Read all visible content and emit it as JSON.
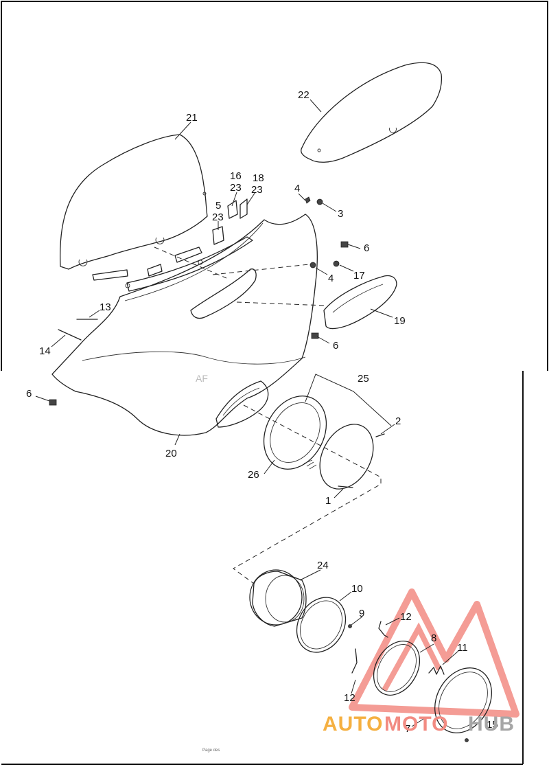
{
  "callouts": [
    {
      "text": "21"
    },
    {
      "text": "22"
    },
    {
      "text": "16"
    },
    {
      "text": "23"
    },
    {
      "text": "18"
    },
    {
      "text": "23"
    },
    {
      "text": "4"
    },
    {
      "text": "3"
    },
    {
      "text": "5"
    },
    {
      "text": "23"
    },
    {
      "text": "6"
    },
    {
      "text": "4"
    },
    {
      "text": "17"
    },
    {
      "text": "13"
    },
    {
      "text": "19"
    },
    {
      "text": "14"
    },
    {
      "text": "6"
    },
    {
      "text": "25"
    },
    {
      "text": "6"
    },
    {
      "text": "2"
    },
    {
      "text": "20"
    },
    {
      "text": "26"
    },
    {
      "text": "1"
    },
    {
      "text": "24"
    },
    {
      "text": "10"
    },
    {
      "text": "9"
    },
    {
      "text": "12"
    },
    {
      "text": "8"
    },
    {
      "text": "11"
    },
    {
      "text": "12"
    },
    {
      "text": "7"
    },
    {
      "text": "15"
    }
  ],
  "watermark": {
    "part1": "AUTO",
    "part2": "MOTO",
    "part3": "HUB",
    "color1": "#f5b041",
    "color2": "#f28b82",
    "color3": "#a6a6a6",
    "logo_color": "#f28b82"
  },
  "footer": {
    "page_text": "Page des"
  },
  "ghost_text": {
    "af": "AF"
  }
}
